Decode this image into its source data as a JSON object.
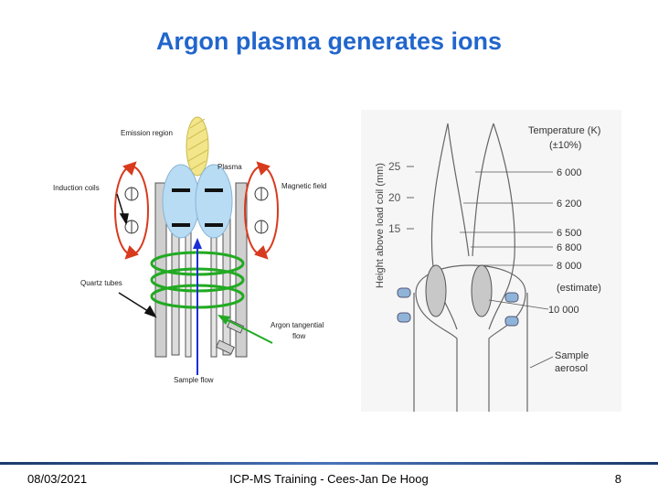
{
  "title": "Argon plasma generates ions",
  "left_diagram": {
    "labels": {
      "emission_region": "Emission region",
      "plasma": "Plasma",
      "induction_coils": "Induction coils",
      "magnetic_field": "Magnetic field",
      "quartz_tubes": "Quartz tubes",
      "argon_tangential_flow_line1": "Argon tangential",
      "argon_tangential_flow_line2": "flow",
      "sample_flow": "Sample flow"
    },
    "colors": {
      "emission": "#f3e58a",
      "plasma": "#b8dcf4",
      "field": "#d83a1e",
      "coil": "#22aa22",
      "sample_arrow": "#1a2fd6"
    }
  },
  "right_diagram": {
    "axis_label": "Height above load coil (mm)",
    "ticks": [
      "25",
      "20",
      "15"
    ],
    "temperature_header_line1": "Temperature (K)",
    "temperature_header_line2": "(±10%)",
    "temperatures": [
      "6 000",
      "6 200",
      "6 500",
      "6 800",
      "8 000",
      "(estimate)",
      "10 000"
    ],
    "sample_aerosol_line1": "Sample",
    "sample_aerosol_line2": "aerosol"
  },
  "footer": {
    "date": "08/03/2021",
    "center": "ICP-MS Training - Cees-Jan De Hoog",
    "page": "8"
  }
}
